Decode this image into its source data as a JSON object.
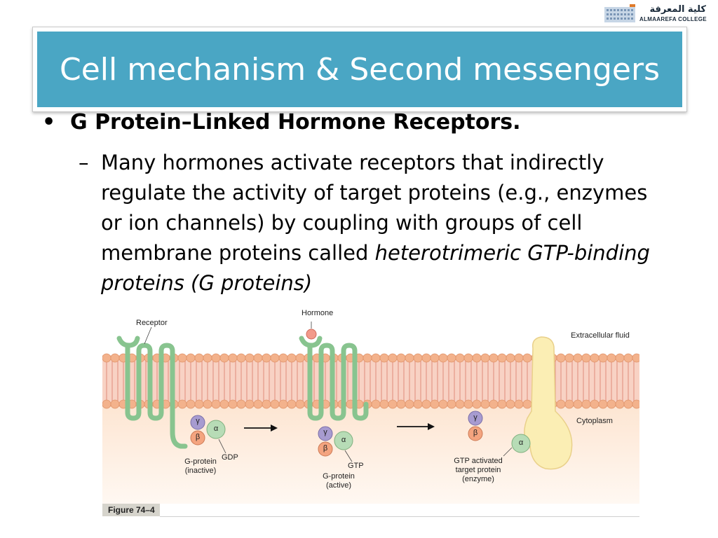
{
  "logo": {
    "arabic": "كلية المعرفة",
    "english": "ALMAAREFA COLLEGE"
  },
  "slide": {
    "title": "Cell mechanism & Second messengers",
    "bullet": "G Protein–Linked Hormone Receptors.",
    "dash": "–",
    "sub_plain": "Many hormones activate receptors that indirectly regulate the activity of target proteins (e.g., enzymes or ion channels) by coupling with groups of cell membrane proteins called ",
    "sub_italic": "heterotrimeric GTP-binding proteins (G proteins)"
  },
  "figure": {
    "receptor": "Receptor",
    "hormone": "Hormone",
    "extracellular": "Extracellular fluid",
    "cytoplasm": "Cytoplasm",
    "gamma": "γ",
    "beta": "β",
    "alpha": "α",
    "gdp": "GDP",
    "gtp": "GTP",
    "gprotein_inactive": "G-protein (inactive)",
    "gprotein_active": "G-protein (active)",
    "gtp_activated": "GTP activated target protein (enzyme)",
    "caption": "Figure 74–4"
  },
  "colors": {
    "title_bg": "#4aa6c4",
    "membrane": "#f3b28c",
    "receptor": "#88c48f",
    "cytoplasm": "#fde6d3"
  }
}
